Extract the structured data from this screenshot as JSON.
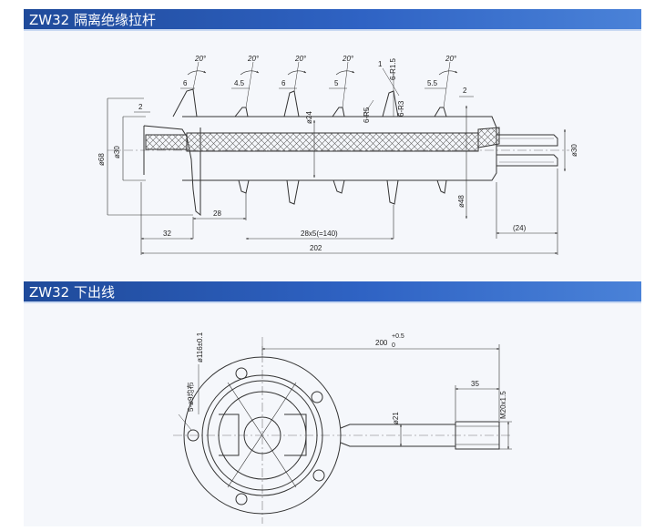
{
  "sections": [
    {
      "title": "ZW32 隔离绝缘拉杆"
    },
    {
      "title": "ZW32 下出线"
    }
  ],
  "rod_drawing": {
    "angle_labels": [
      "20°",
      "20°",
      "20°",
      "20°",
      "20°"
    ],
    "shed_spacing_labels": [
      "6",
      "4.5",
      "6",
      "5",
      "5.5"
    ],
    "radius_labels": [
      "1",
      "6-R1.5",
      "6-R5",
      "6-R3"
    ],
    "small_labels": [
      "2",
      "2"
    ],
    "diameter_labels": [
      "ø68",
      "ø30",
      "ø24",
      "ø48",
      "ø30"
    ],
    "length_labels": [
      "32",
      "28",
      "28x5(=140)",
      "(24)",
      "202"
    ]
  },
  "lead_drawing": {
    "flange_diameter": "ø116±0.1",
    "holes": "5-ø9均布",
    "center_distance": "200",
    "tolerance_upper": "+0.5",
    "tolerance_lower": "0",
    "thread_length": "35",
    "stem_diameter": "ø21",
    "thread_spec": "M20x1.5"
  }
}
